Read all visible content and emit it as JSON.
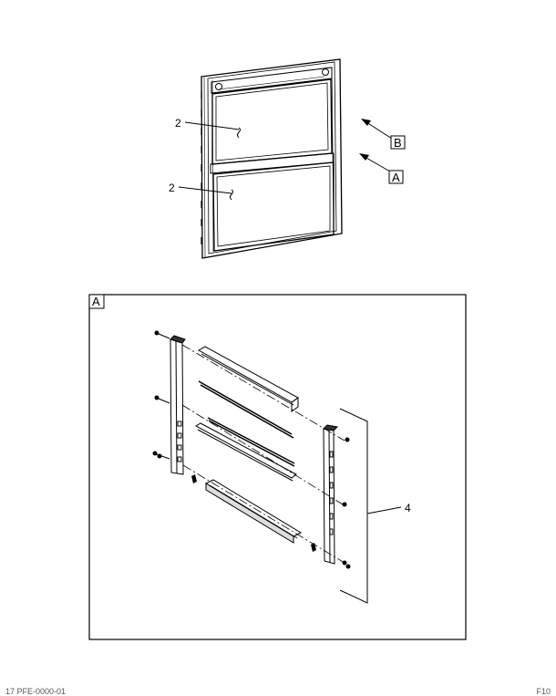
{
  "callouts": {
    "upper_glass": "2",
    "lower_glass": "2",
    "view_b": "B",
    "view_a": "A",
    "detail_title": "A",
    "trim_kit": "4"
  },
  "footer": {
    "left": "17 PFE-0000-01",
    "right": "F10"
  }
}
